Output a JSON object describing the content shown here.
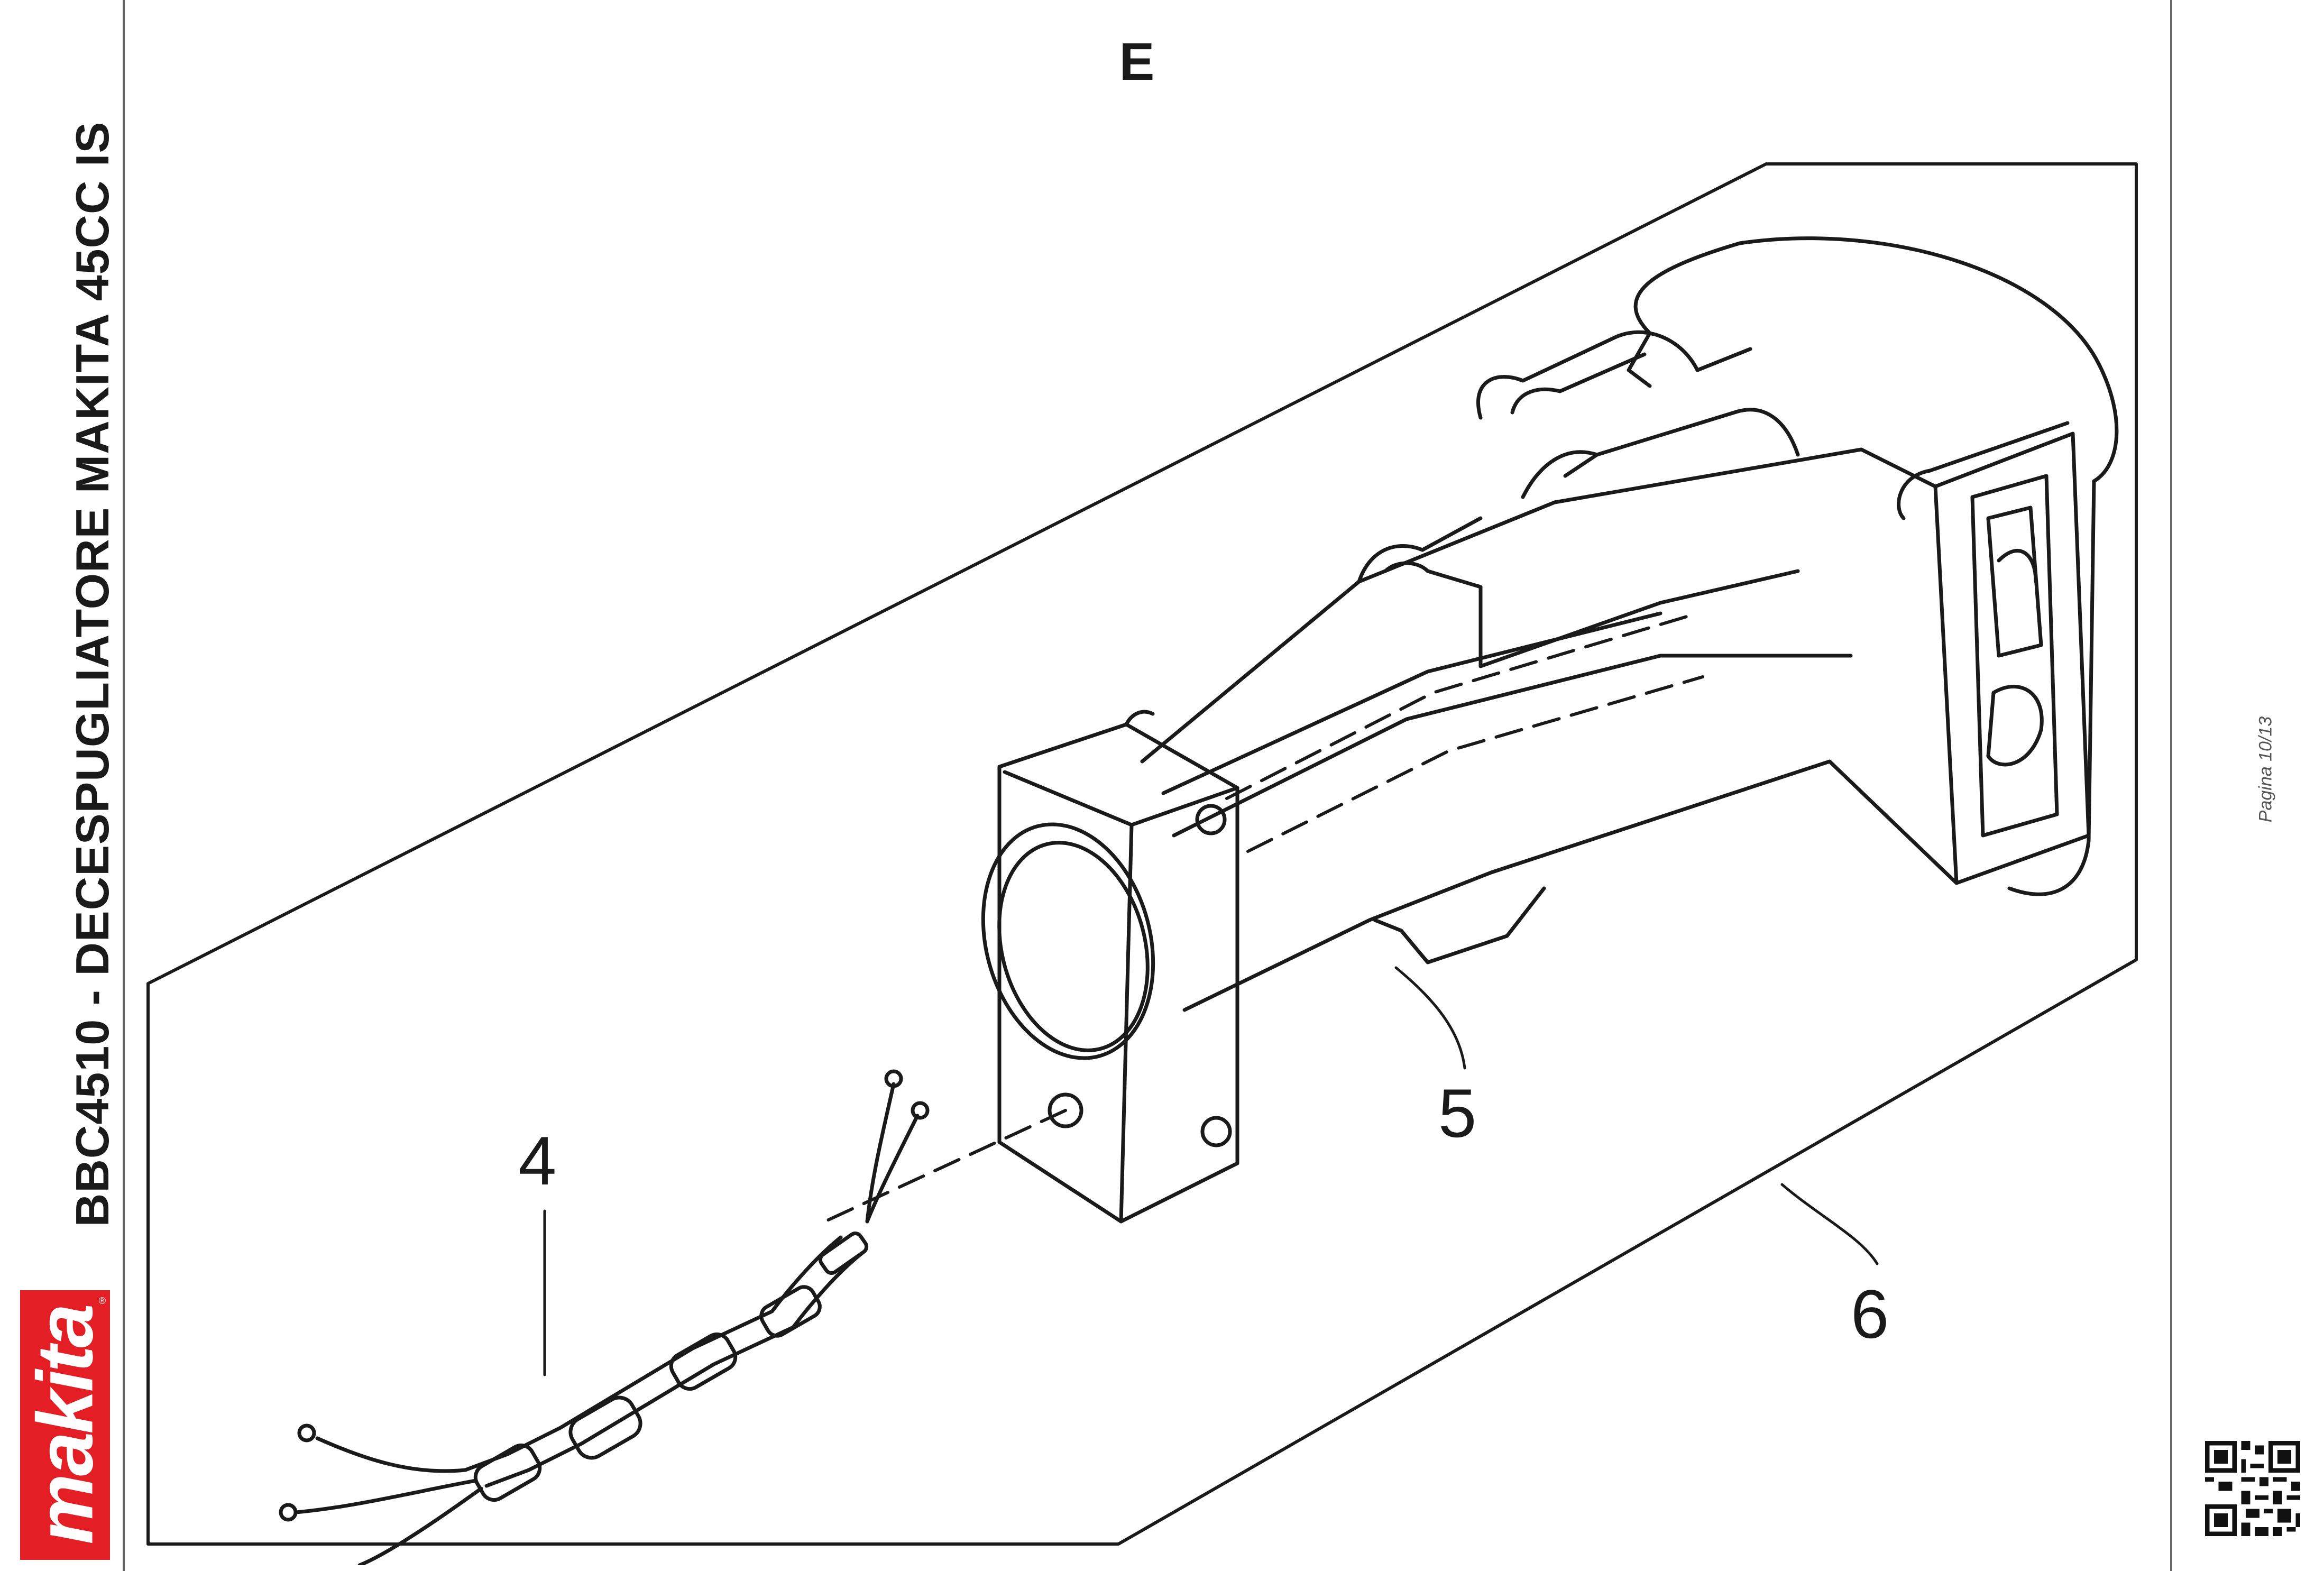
{
  "sidebar": {
    "brand": "makita",
    "title": "BBC4510 - DECESPUGLIATORE MAKITA 45CC IS"
  },
  "header": {
    "section_letter": "E"
  },
  "diagram": {
    "callouts": {
      "c4": "4",
      "c5": "5",
      "c6": "6"
    }
  },
  "footer": {
    "page_label": "Pagina 10/13"
  },
  "colors": {
    "brand_red": "#e31e24",
    "line": "#1a1a1a"
  },
  "icons": {
    "brand_logo": "makita-logo",
    "qr": "qr-code-icon"
  }
}
